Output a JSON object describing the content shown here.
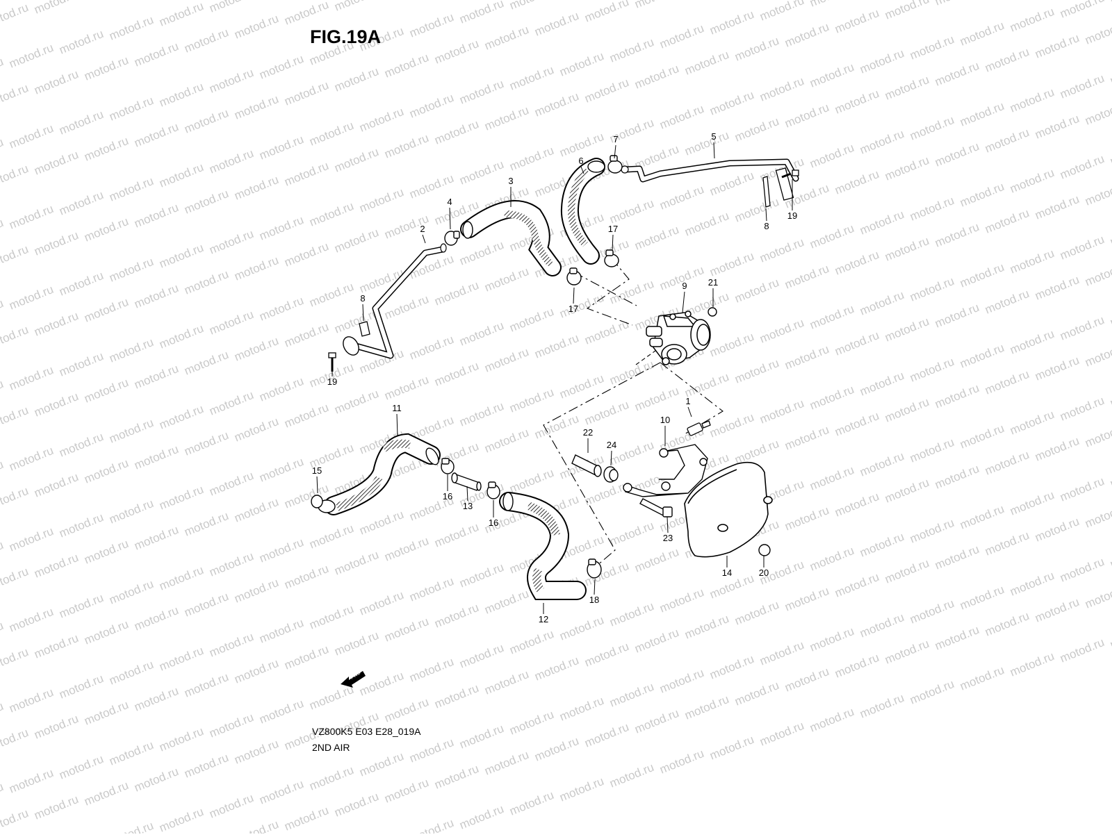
{
  "figure": {
    "title": "FIG.19A",
    "code": "VZ800K5 E03 E28_019A",
    "subtitle": "2ND AIR"
  },
  "watermark": {
    "text": "motod.ru",
    "color": "#c9c9c9"
  },
  "fwd_label": "FWD",
  "callouts": [
    "1",
    "2",
    "3",
    "4",
    "5",
    "6",
    "7",
    "8",
    "8",
    "9",
    "10",
    "11",
    "12",
    "13",
    "14",
    "15",
    "16",
    "16",
    "17",
    "17",
    "18",
    "19",
    "19",
    "20",
    "21",
    "22",
    "23",
    "24"
  ]
}
